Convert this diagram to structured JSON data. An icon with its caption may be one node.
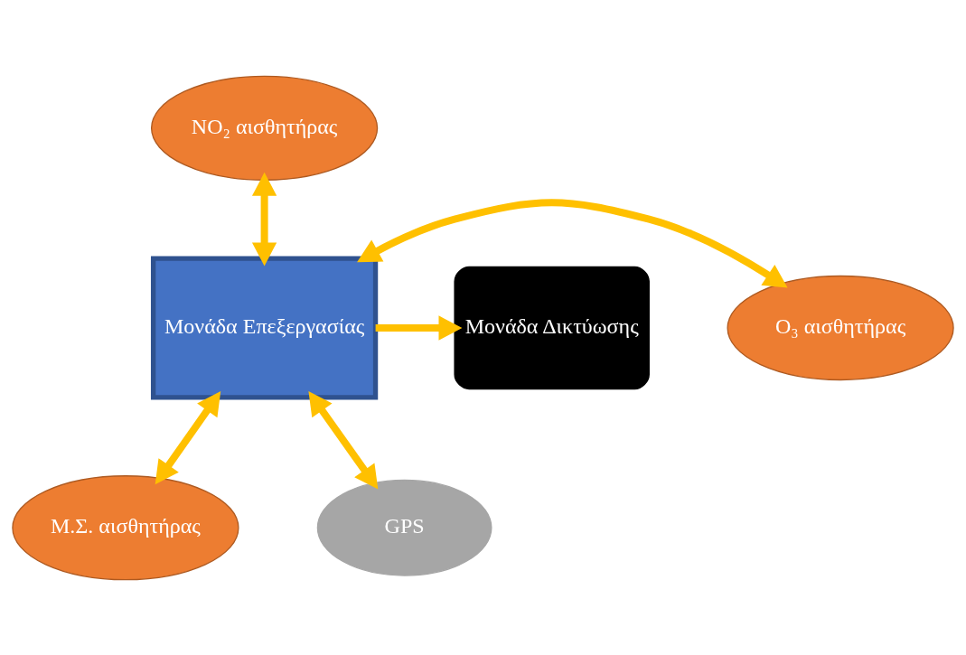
{
  "diagram": {
    "nodes": [
      {
        "text": [
          "NO₂ αισθητήρας"
        ]
      },
      {
        "text": [
          "O₃ αισθητήρας"
        ]
      },
      {
        "text": [
          "Μονάδα Επεξεργασίας"
        ]
      },
      {
        "text": [
          "Μονάδα Δικτύωσης"
        ]
      },
      {
        "text": [
          "Μ.Σ. αισθητήρας"
        ]
      },
      {
        "text": [
          "GPS"
        ]
      }
    ],
    "edges": [
      {
        "from": 2,
        "to": 0,
        "arrow": "both"
      },
      {
        "from": 2,
        "to": 1,
        "arrow": "both"
      },
      {
        "from": 2,
        "to": 4,
        "arrow": "both"
      },
      {
        "from": 2,
        "to": 3,
        "arrow": "to"
      },
      {
        "from": 2,
        "to": 5,
        "arrow": "both"
      }
    ]
  }
}
